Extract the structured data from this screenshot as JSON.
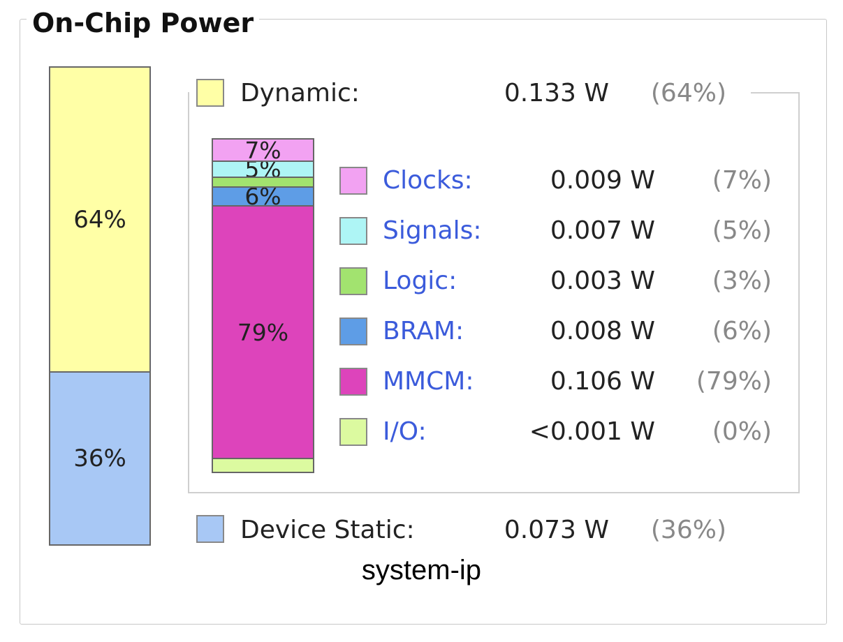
{
  "panel": {
    "title": "On-Chip Power"
  },
  "total_bar": {
    "segments": [
      {
        "name": "dynamic",
        "label": "64%",
        "fraction": 0.64,
        "color": "#ffffa6"
      },
      {
        "name": "static",
        "label": "36%",
        "fraction": 0.36,
        "color": "#a8c8f5"
      }
    ]
  },
  "dynamic": {
    "label": "Dynamic:",
    "value": "0.133 W",
    "percent": "(64%)",
    "color": "#ffffa6"
  },
  "dynamic_bar": {
    "segments": [
      {
        "name": "clocks",
        "label": "7%",
        "fraction": 0.07,
        "color": "#f2a2f2"
      },
      {
        "name": "signals",
        "label": "5%",
        "fraction": 0.05,
        "color": "#aef5f5"
      },
      {
        "name": "logic",
        "label": "",
        "fraction": 0.03,
        "color": "#a2e36f"
      },
      {
        "name": "bram",
        "label": "6%",
        "fraction": 0.06,
        "color": "#5e9de6"
      },
      {
        "name": "mmcm",
        "label": "79%",
        "fraction": 0.79,
        "color": "#dd44bb"
      },
      {
        "name": "io",
        "label": "",
        "fraction": 0.04,
        "color": "#dcfaa0"
      }
    ]
  },
  "breakdown": [
    {
      "label": "Clocks:",
      "value": "0.009 W",
      "percent": "(7%)",
      "color": "#f2a2f2"
    },
    {
      "label": "Signals:",
      "value": "0.007 W",
      "percent": "(5%)",
      "color": "#aef5f5"
    },
    {
      "label": "Logic:",
      "value": "0.003 W",
      "percent": "(3%)",
      "color": "#a2e36f"
    },
    {
      "label": "BRAM:",
      "value": "0.008 W",
      "percent": "(6%)",
      "color": "#5e9de6"
    },
    {
      "label": "MMCM:",
      "value": "0.106 W",
      "percent": "(79%)",
      "color": "#dd44bb"
    },
    {
      "label": "I/O:",
      "value": "<0.001 W",
      "percent": "(0%)",
      "color": "#dcfaa0"
    }
  ],
  "static": {
    "label": "Device Static:",
    "value": "0.073 W",
    "percent": "(36%)",
    "color": "#a8c8f5"
  },
  "caption": "system-ip"
}
